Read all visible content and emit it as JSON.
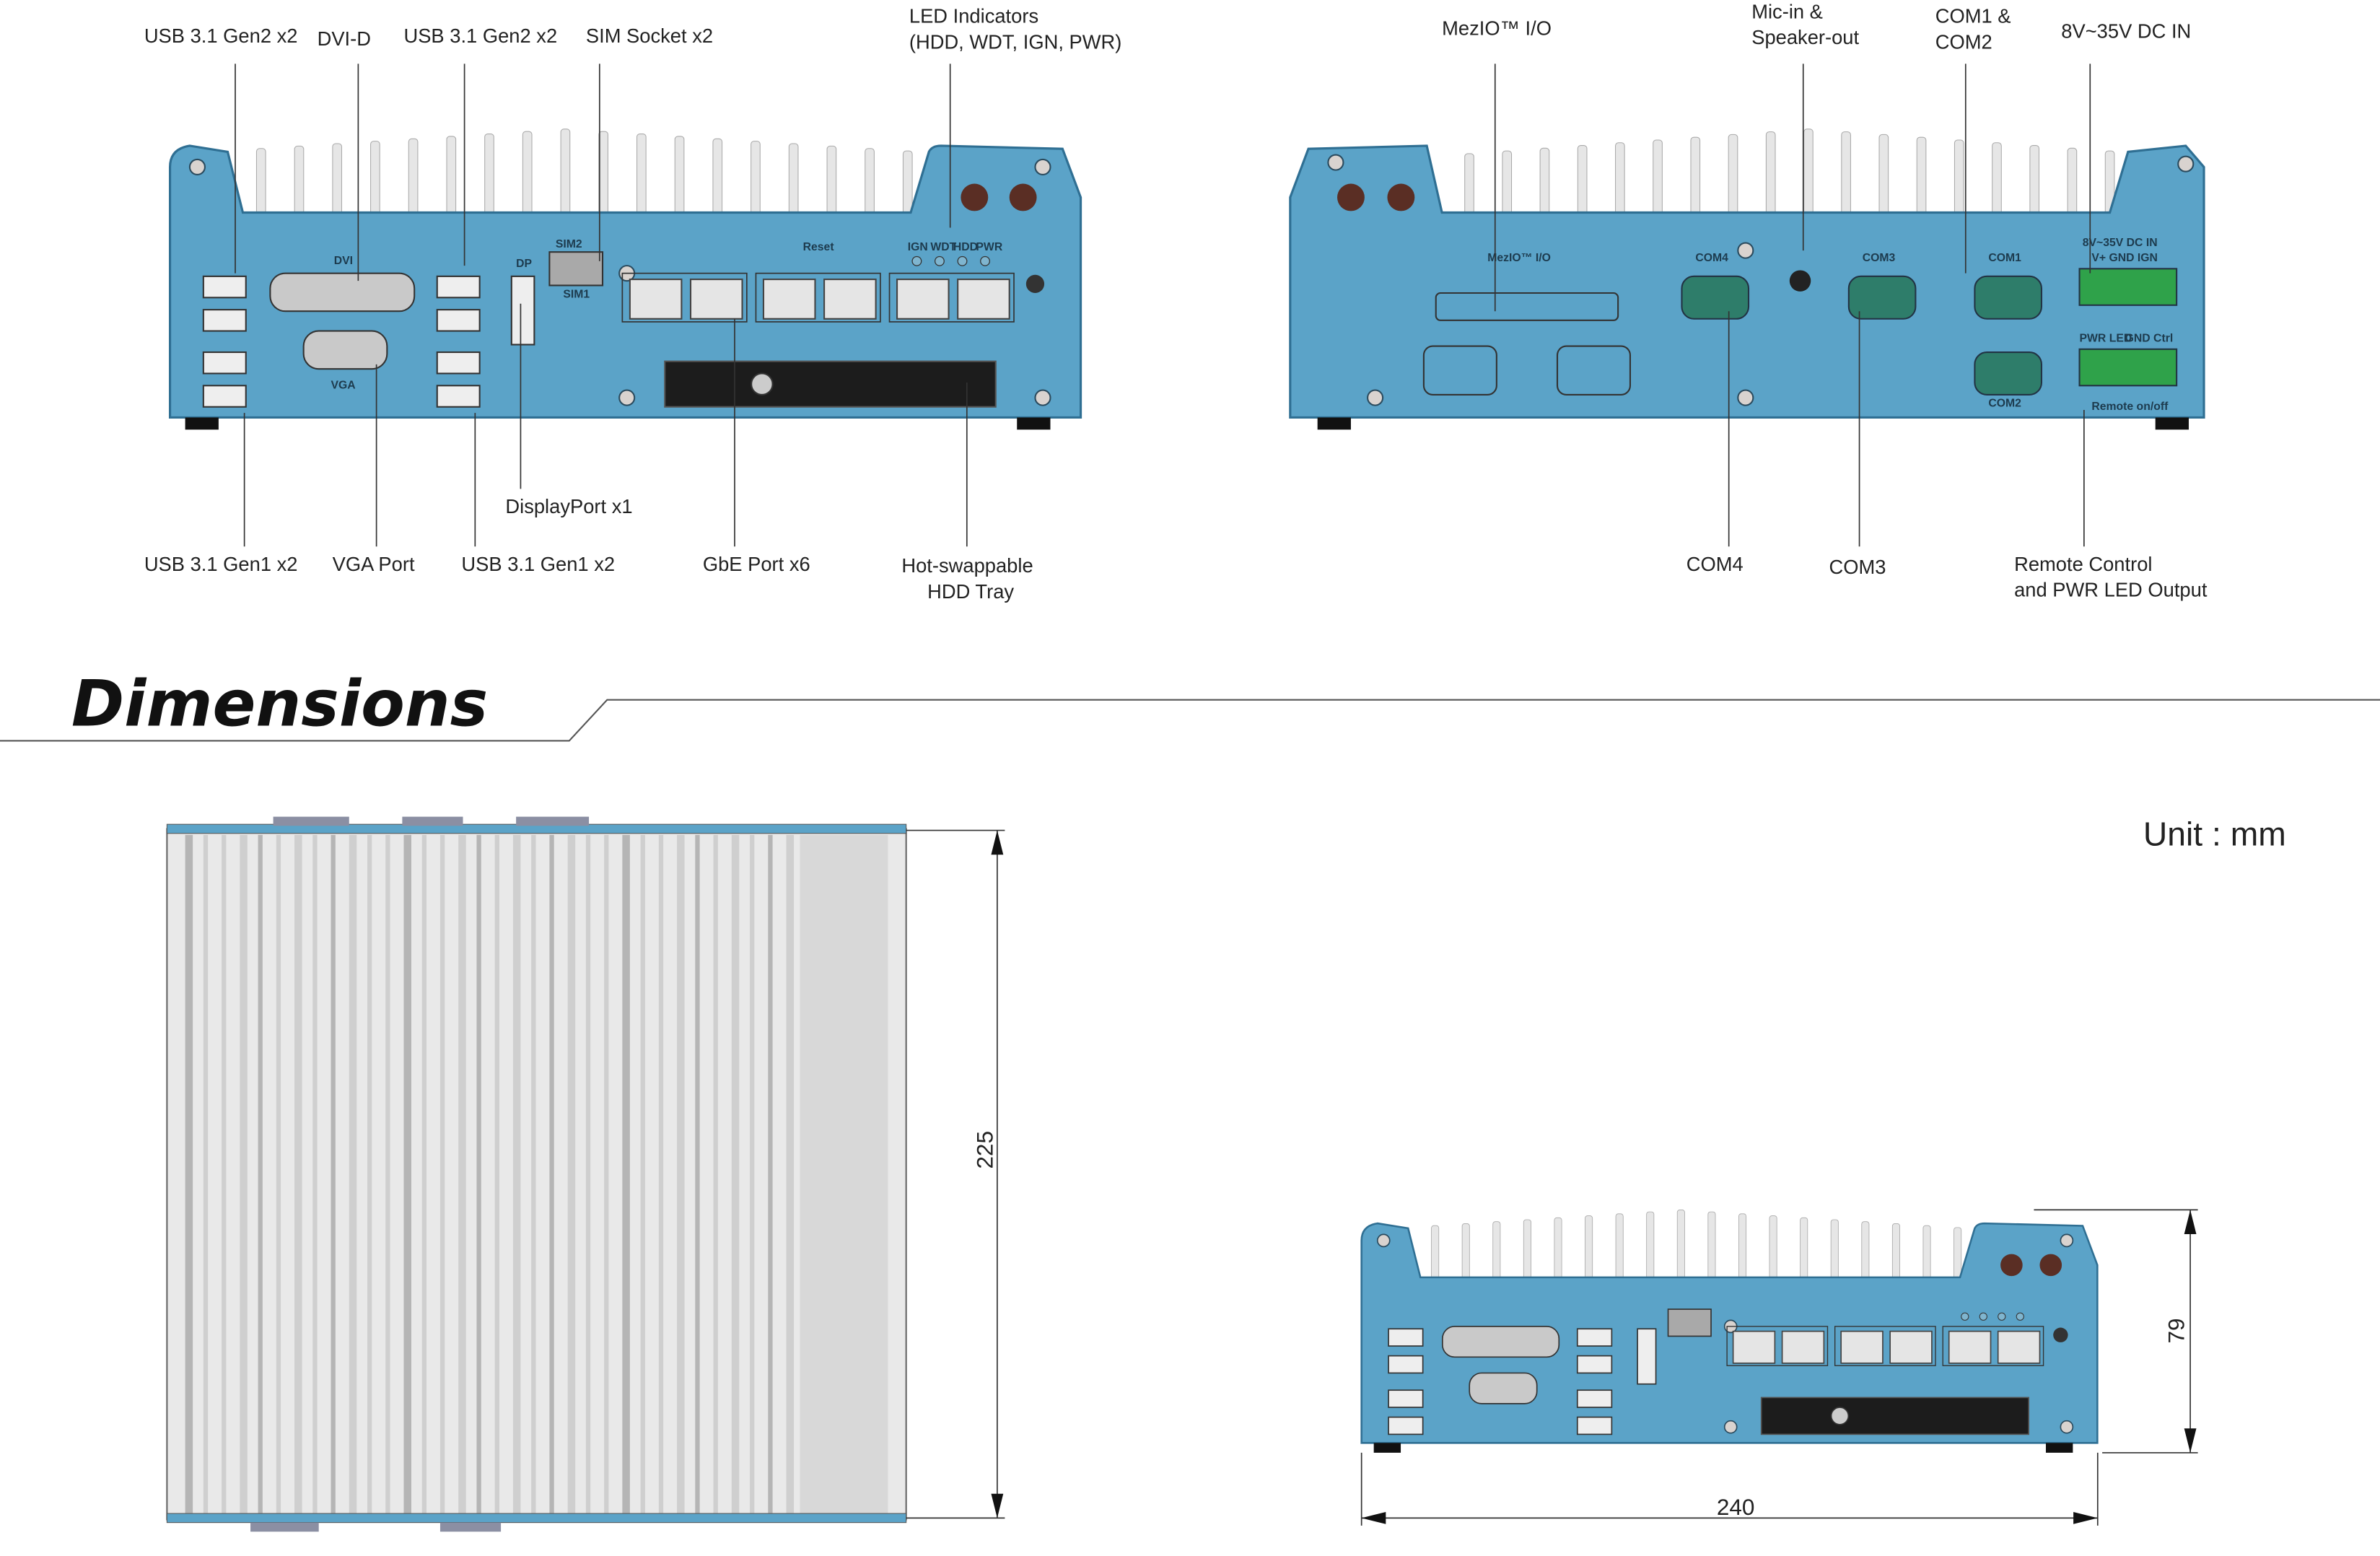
{
  "colors": {
    "chassis": "#5ba3c8",
    "chassis_edge": "#2f6f93",
    "fin": "#e6e6e6",
    "terminal": "#2fa24a",
    "com_port": "#2e7d6a",
    "hdd_tray": "#1c1c1c"
  },
  "front_panel": {
    "top_labels": [
      "USB 3.1 Gen2 x2",
      "DVI-D",
      "USB 3.1 Gen2 x2",
      "SIM Socket x2"
    ],
    "led_label": [
      "LED Indicators",
      "(HDD, WDT, IGN, PWR)"
    ],
    "bottom_labels": [
      "USB 3.1 Gen1 x2",
      "VGA Port",
      "USB 3.1 Gen1 x2",
      "GbE Port x6"
    ],
    "dp_label": "DisplayPort x1",
    "hdd_label": [
      "Hot-swappable",
      "HDD Tray"
    ],
    "silkscreen": {
      "dvi": "DVI",
      "vga": "VGA",
      "dp": "DP",
      "sim2": "SIM2",
      "sim1": "SIM1",
      "reset": "Reset",
      "leds": [
        "IGN",
        "WDT",
        "HDD",
        "PWR"
      ]
    }
  },
  "rear_panel": {
    "top_labels": {
      "mezio": "MezIO™ I/O",
      "mic": [
        "Mic-in &",
        "Speaker-out"
      ],
      "com12": [
        "COM1 &",
        "COM2"
      ],
      "dc": "8V~35V DC IN"
    },
    "bottom_labels": {
      "com4": "COM4",
      "com3": "COM3",
      "remote": [
        "Remote Control",
        "and PWR LED Output"
      ]
    },
    "silkscreen": {
      "mezio": "MezIO™ I/O",
      "com4": "COM4",
      "com3": "COM3",
      "com1": "COM1",
      "com2": "COM2",
      "dc1": "8V~35V DC IN",
      "dc2": "V+ GND IGN",
      "pwr": "PWR LED",
      "gnd": "GND Ctrl",
      "remote": "Remote on/off"
    }
  },
  "dimensions": {
    "title": "Dimensions",
    "unit": "Unit : mm",
    "depth": "225",
    "height": "79",
    "width": "240"
  }
}
